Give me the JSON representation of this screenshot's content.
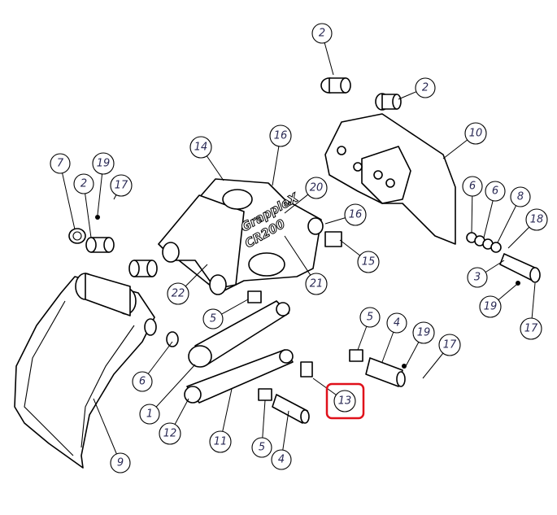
{
  "diagram": {
    "logo_text": [
      "GrappleX",
      "CR200"
    ],
    "highlight_color": "#e0101a",
    "highlighted_part": "13",
    "callouts": [
      {
        "label": "2"
      },
      {
        "label": "2"
      },
      {
        "label": "10"
      },
      {
        "label": "16"
      },
      {
        "label": "14"
      },
      {
        "label": "7"
      },
      {
        "label": "2"
      },
      {
        "label": "19"
      },
      {
        "label": "17"
      },
      {
        "label": "20"
      },
      {
        "label": "16"
      },
      {
        "label": "6"
      },
      {
        "label": "6"
      },
      {
        "label": "8"
      },
      {
        "label": "18"
      },
      {
        "label": "15"
      },
      {
        "label": "22"
      },
      {
        "label": "21"
      },
      {
        "label": "3"
      },
      {
        "label": "19"
      },
      {
        "label": "17"
      },
      {
        "label": "5"
      },
      {
        "label": "5"
      },
      {
        "label": "4"
      },
      {
        "label": "19"
      },
      {
        "label": "17"
      },
      {
        "label": "6"
      },
      {
        "label": "1"
      },
      {
        "label": "12"
      },
      {
        "label": "11"
      },
      {
        "label": "13"
      },
      {
        "label": "5"
      },
      {
        "label": "4"
      },
      {
        "label": "9"
      }
    ]
  }
}
